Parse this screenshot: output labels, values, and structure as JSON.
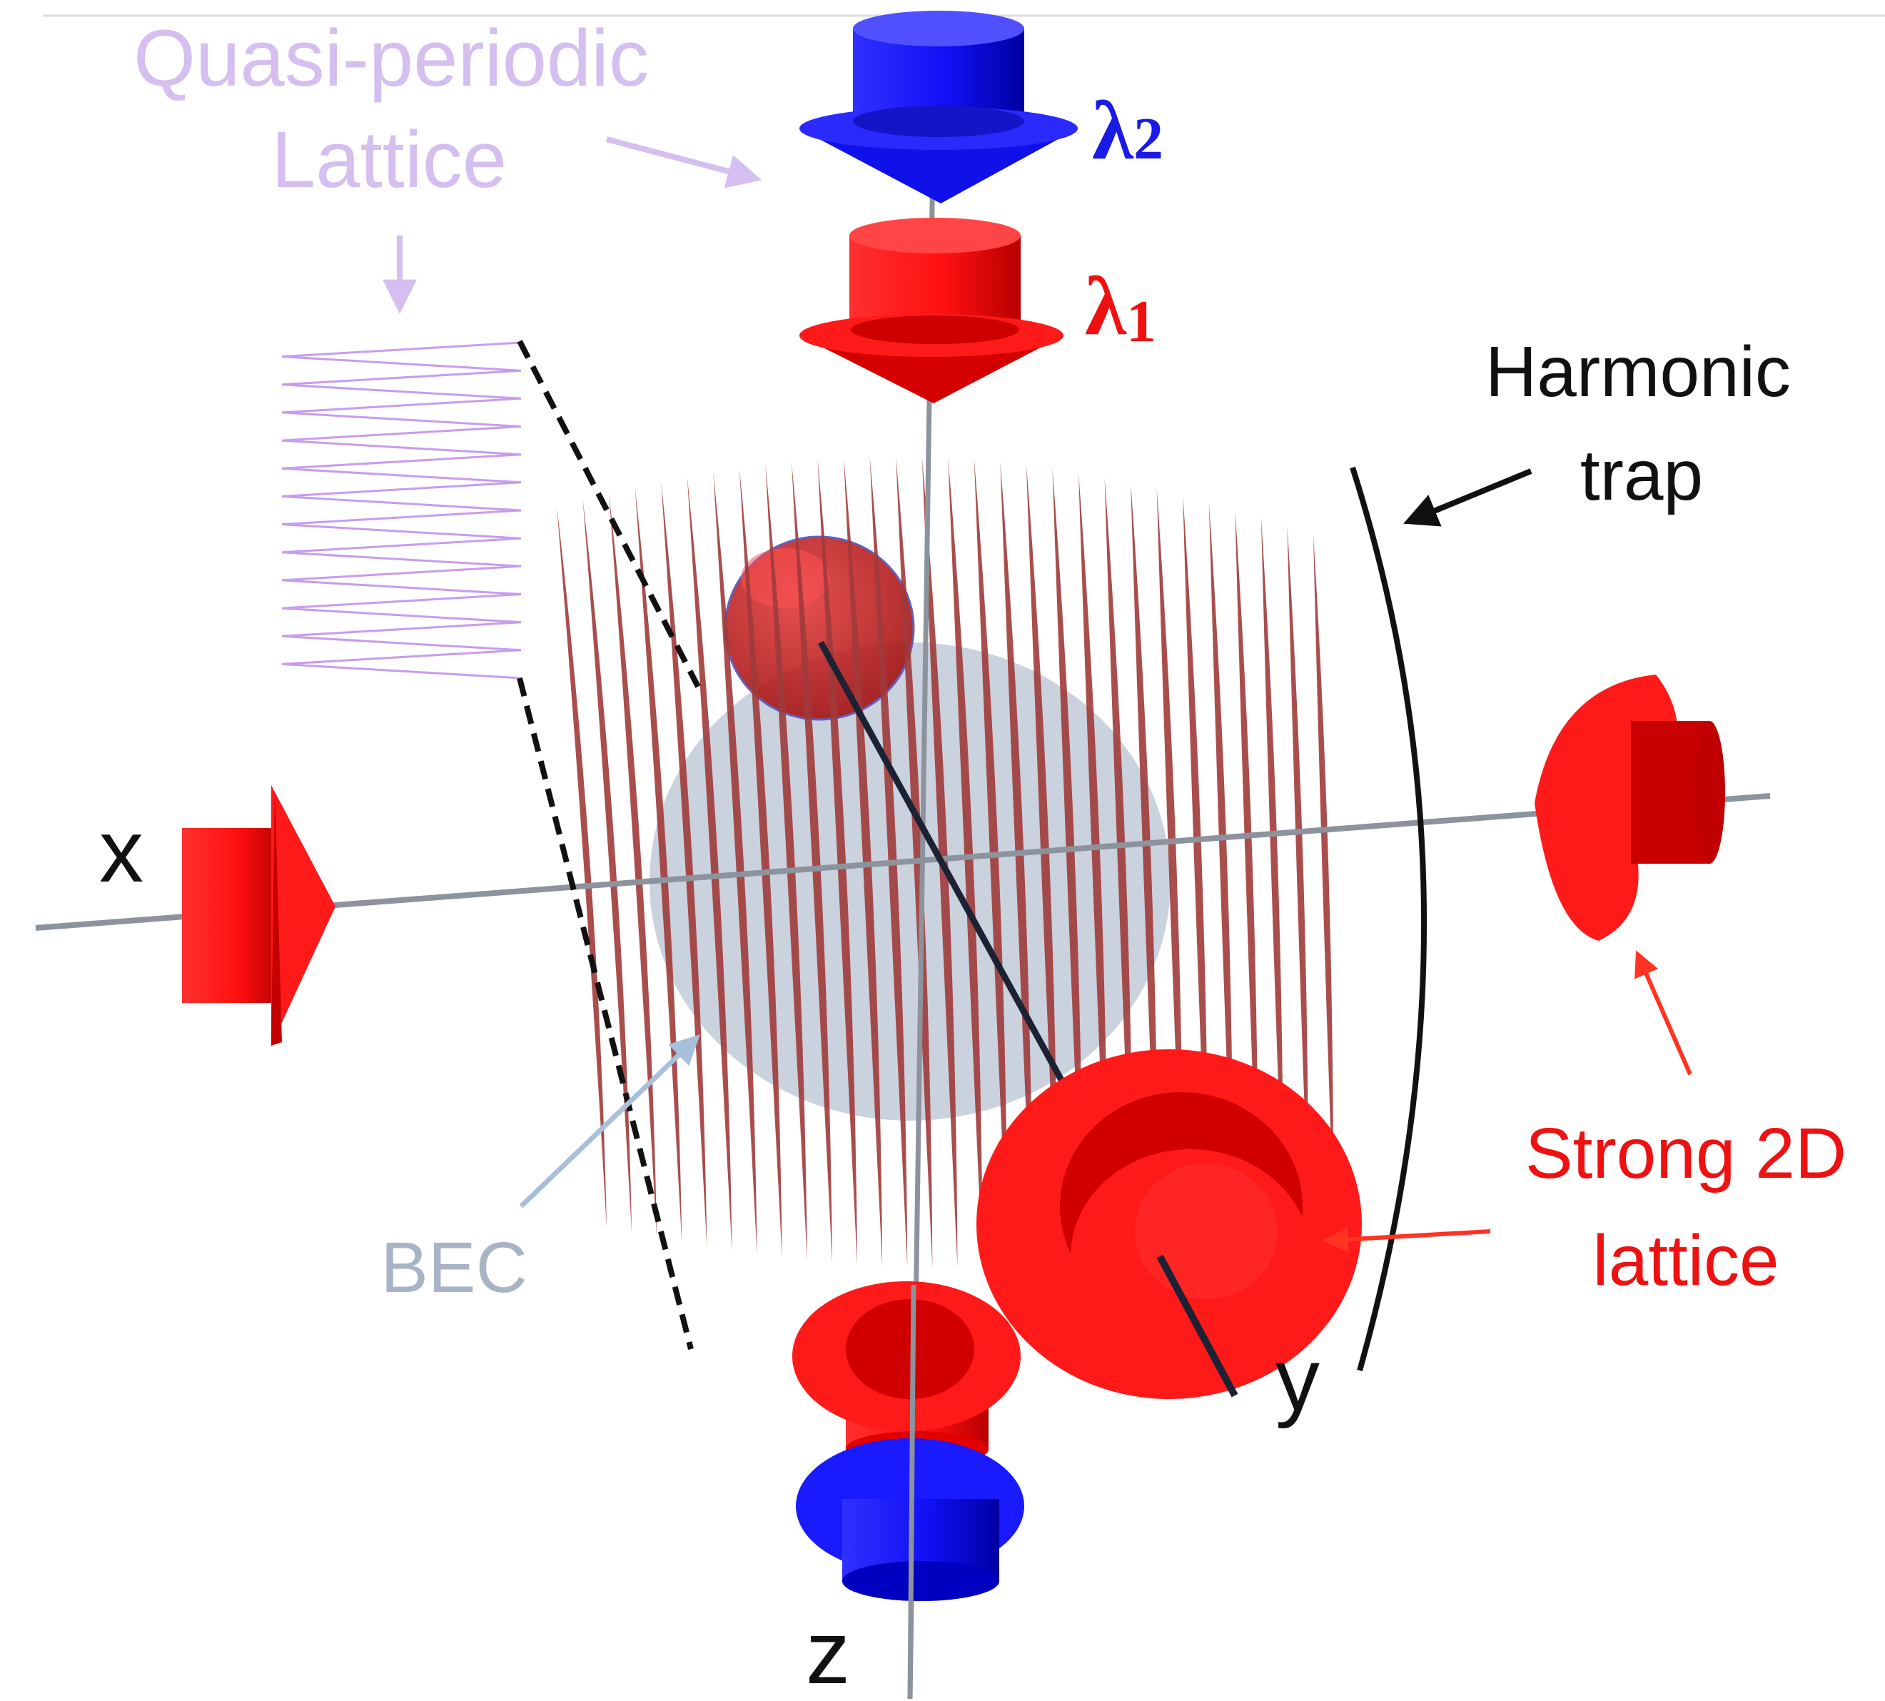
{
  "labels": {
    "quasi_periodic_line1": "Quasi-periodic",
    "quasi_periodic_line2": "Lattice",
    "lambda2_symbol": "λ",
    "lambda2_sub": "2",
    "lambda1_symbol": "λ",
    "lambda1_sub": "1",
    "harmonic_line1": "Harmonic",
    "harmonic_line2": "trap",
    "axis_x": "x",
    "axis_y": "y",
    "axis_z": "z",
    "bec": "BEC",
    "strong2d_line1": "Strong 2D",
    "strong2d_line2": "lattice"
  },
  "colors": {
    "quasi": "#d4bff0",
    "quasi_lines": "#c79cf0",
    "blue_beam": "#1a1af0",
    "blue_label": "#1a1ae6",
    "red_beam": "#ff1a1a",
    "red_dark": "#c40000",
    "red_label": "#ee1111",
    "fringe": "#a03a3a",
    "bec": "#b8c3d3",
    "bec_label": "#a8b4c6",
    "axis": "#8c939c",
    "arrow_red": "#ff3322",
    "arrow_bec": "#a8c0dc",
    "text": "#111111"
  },
  "lattice": {
    "fringe_count": 30
  }
}
